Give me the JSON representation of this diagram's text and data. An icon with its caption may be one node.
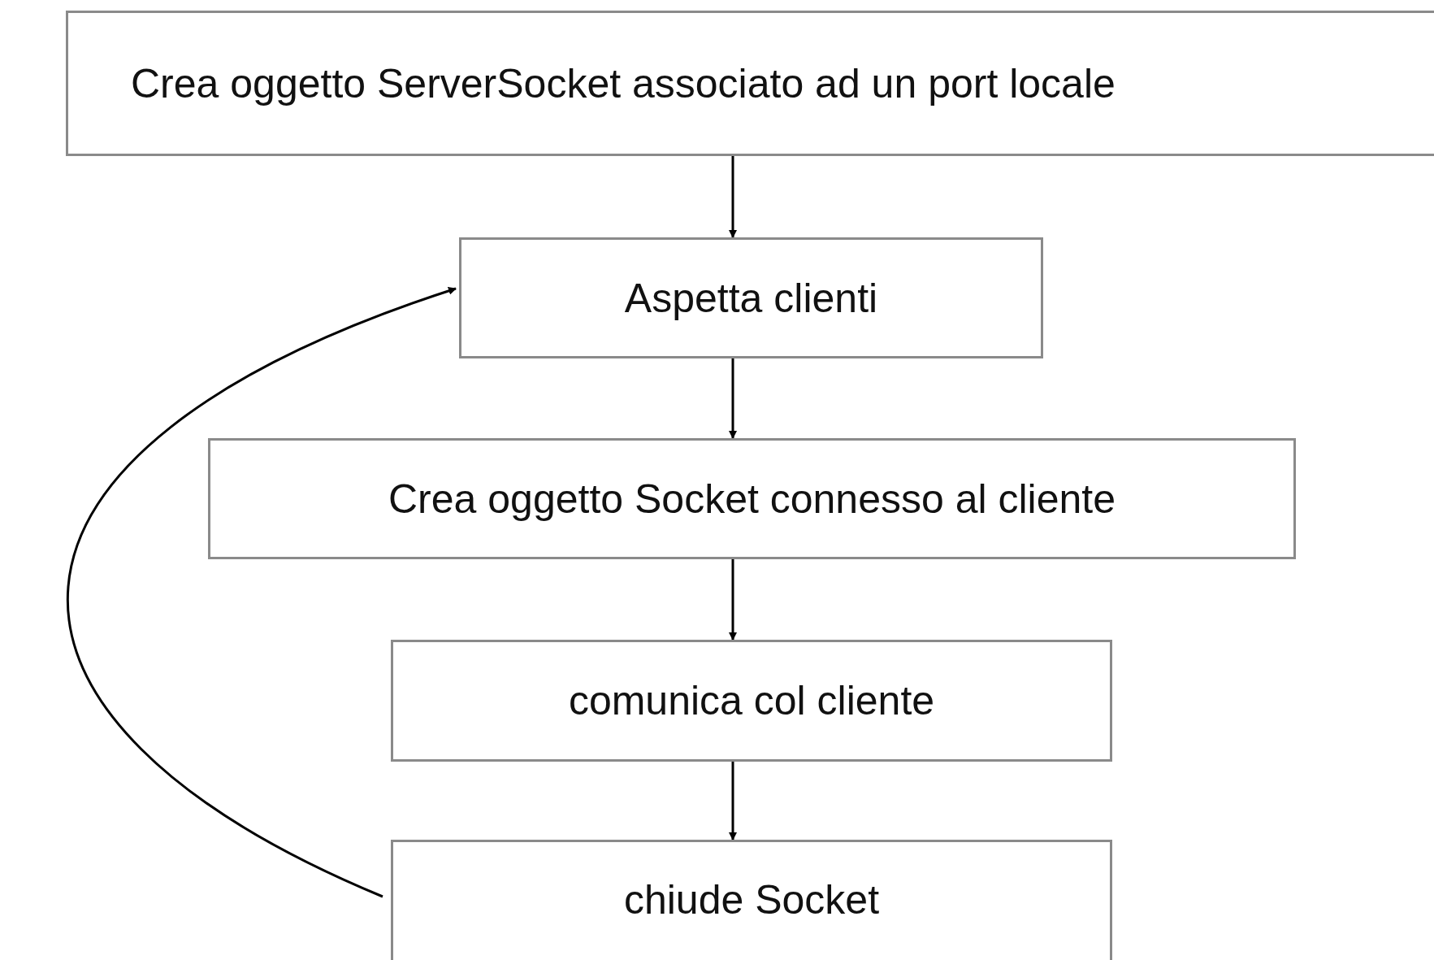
{
  "diagram": {
    "nodes": [
      {
        "text": [
          "Crea oggetto ServerSocket associato ad un port locale"
        ]
      },
      {
        "text": [
          "Aspetta clienti"
        ]
      },
      {
        "text": [
          "Crea oggetto Socket connesso al cliente"
        ]
      },
      {
        "text": [
          "comunica col cliente"
        ]
      },
      {
        "text": [
          "chiude Socket"
        ]
      }
    ],
    "edges": [
      {
        "from": 0,
        "to": 1,
        "arrow": "to"
      },
      {
        "from": 1,
        "to": 2,
        "arrow": "to"
      },
      {
        "from": 2,
        "to": 3,
        "arrow": "to"
      },
      {
        "from": 3,
        "to": 4,
        "arrow": "to"
      },
      {
        "from": 4,
        "to": 1,
        "arrow": "to"
      }
    ]
  }
}
